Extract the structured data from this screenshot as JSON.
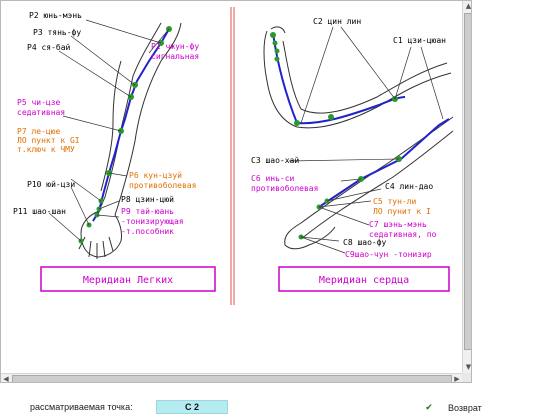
{
  "lung_points": [
    {
      "id": "p2",
      "text": "Р2 юнь-мэнь"
    },
    {
      "id": "p3",
      "text": "Р3 тянь-фу"
    },
    {
      "id": "p4",
      "text": "Р4 ся-бай"
    },
    {
      "id": "p1a",
      "text": "Р1 чжун-фу"
    },
    {
      "id": "p1b",
      "text": "сигнальная"
    },
    {
      "id": "p5a",
      "text": "Р5 чи-цзе"
    },
    {
      "id": "p5b",
      "text": "седативная"
    },
    {
      "id": "p7a",
      "text": "Р7 ле-цюе"
    },
    {
      "id": "p7b",
      "text": "ЛО пункт к GI"
    },
    {
      "id": "p7c",
      "text": "т.ключ к ЧМУ"
    },
    {
      "id": "p6a",
      "text": "Р6 кун-цзуй"
    },
    {
      "id": "p6b",
      "text": "противоболевая"
    },
    {
      "id": "p10",
      "text": "Р10 юй-цзи"
    },
    {
      "id": "p8",
      "text": "Р8 цзин-цюй"
    },
    {
      "id": "p11",
      "text": "Р11 шао-шан"
    },
    {
      "id": "p9a",
      "text": "Р9 тай-юань"
    },
    {
      "id": "p9b",
      "text": "-тонизирующая"
    },
    {
      "id": "p9c",
      "text": "-т.пособник"
    }
  ],
  "heart_points": [
    {
      "id": "c2",
      "text": "С2 цин лин"
    },
    {
      "id": "c1",
      "text": "С1 цзи-цюан"
    },
    {
      "id": "c3",
      "text": "С3 шао-хай"
    },
    {
      "id": "c6a",
      "text": "С6 инь-си"
    },
    {
      "id": "c6b",
      "text": "противоболевая"
    },
    {
      "id": "c4",
      "text": "С4 лин-дао"
    },
    {
      "id": "c5a",
      "text": "С5 тун-ли"
    },
    {
      "id": "c5b",
      "text": "ЛО пунит к I"
    },
    {
      "id": "c7a",
      "text": "С7 шэнь-мэнь"
    },
    {
      "id": "c7b",
      "text": "седативная, по"
    },
    {
      "id": "c8",
      "text": "С8 шао-фу"
    },
    {
      "id": "c9",
      "text": "С9шао-чун -тонизир"
    }
  ],
  "captions": {
    "lung": "Меридиан Легких",
    "heart": "Меридиан  сердца"
  },
  "colors": {
    "meridian": "#2222cc",
    "point": "#2a9a2a",
    "label_black": "#000000",
    "label_blue": "#0000cc",
    "label_purple": "#cc00cc",
    "label_orange": "#e07000",
    "divider": "#e05050",
    "box": "#cc00cc",
    "field_bg": "#b5ecf2"
  },
  "footer": {
    "point_label": "рассматриваемая точка:",
    "point_value": "С 2",
    "return_label": "Возврат",
    "return_checked": true
  }
}
